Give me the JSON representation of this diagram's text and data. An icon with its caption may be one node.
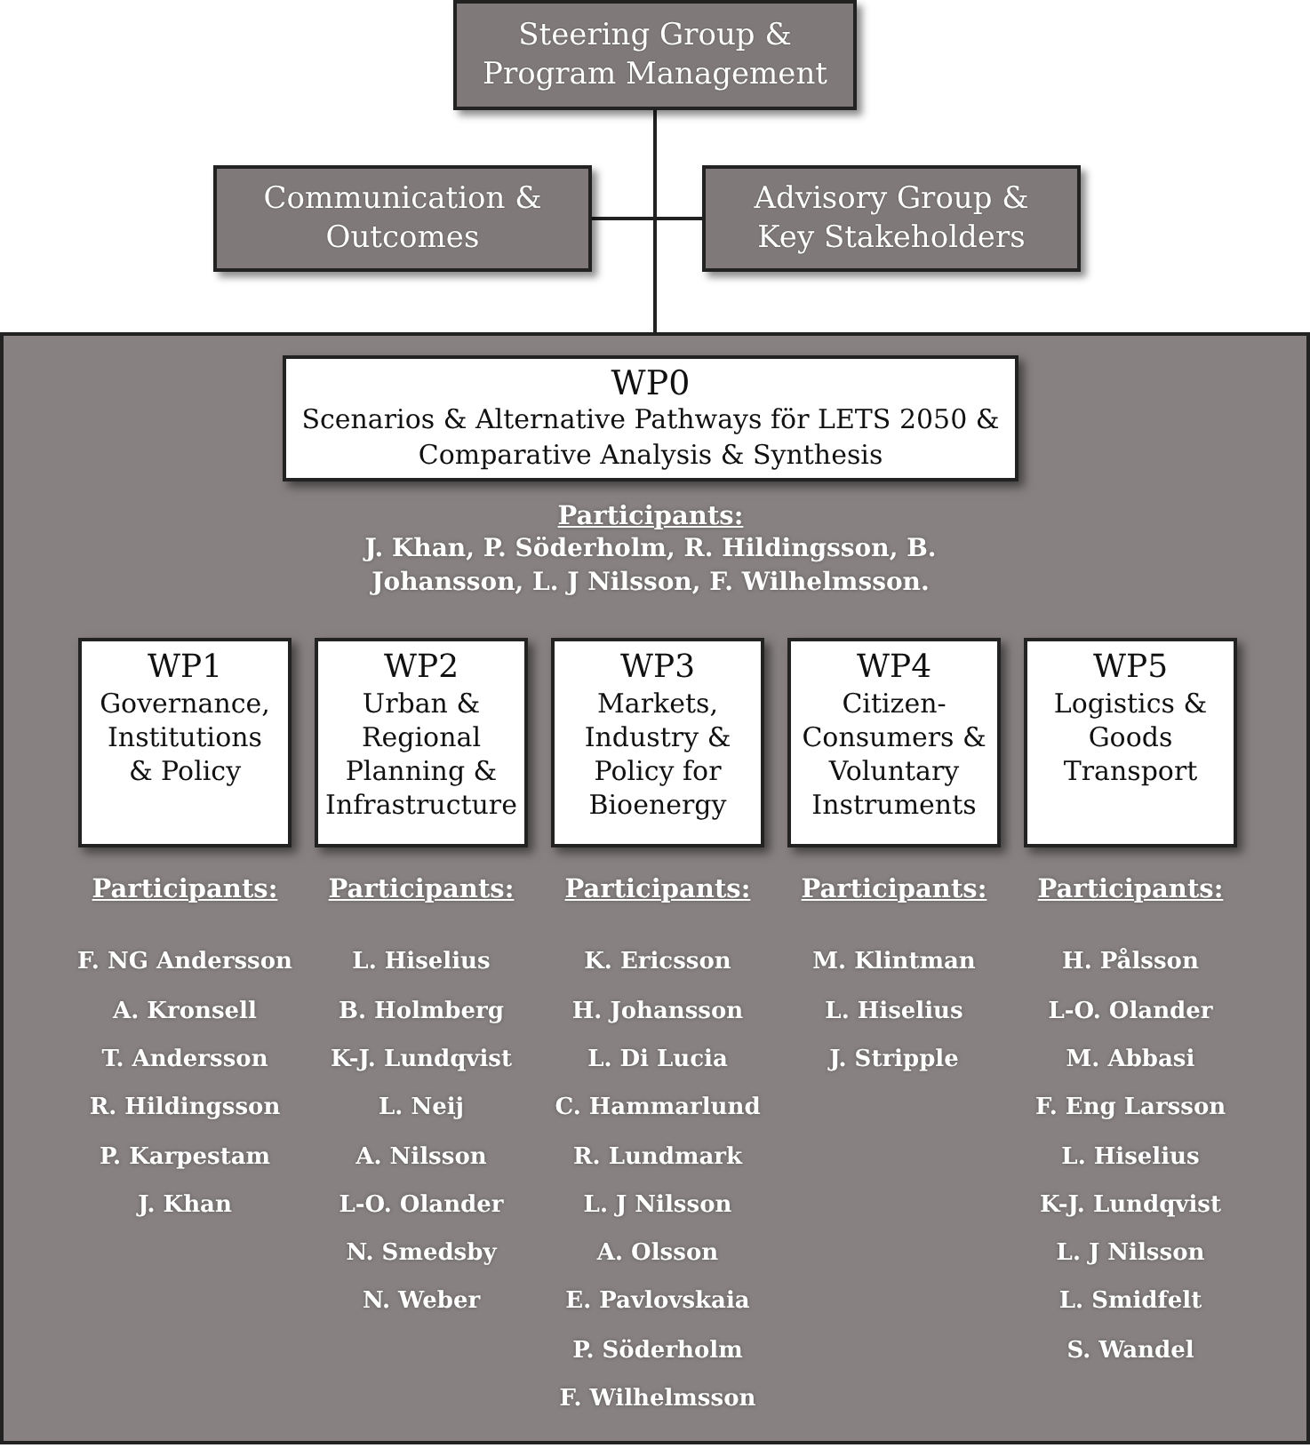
{
  "diagram": {
    "nodes": [
      {
        "text": [
          "Steering Group & Program Management"
        ]
      },
      {
        "text": [
          "Communication & Outcomes"
        ]
      },
      {
        "text": [
          "Advisory Group & Key Stakeholders"
        ]
      },
      {
        "text": [],
        "shape": "box"
      },
      {
        "text": [
          "WP0",
          "Scenarios & Alternative Pathways för LETS 2050 & Comparative Analysis & Synthesis"
        ],
        "in": 3,
        "beside": [
          "Participants:",
          "J. Khan, P. Söderholm, R. Hildingsson, B. Johansson, L. J Nilsson, F. Wilhelmsson."
        ]
      },
      {
        "text": [
          "WP1",
          "Governance, Institutions & Policy"
        ],
        "in": 3,
        "beside": [
          "Participants:",
          "F. NG Andersson",
          "A. Kronsell",
          "T. Andersson",
          "R. Hildingsson",
          "P. Karpestam",
          "J. Khan"
        ]
      },
      {
        "text": [
          "WP2",
          "Urban & Regional Planning & Infrastructure"
        ],
        "in": 3,
        "beside": [
          "Participants:",
          "L. Hiselius",
          "B. Holmberg",
          "K-J. Lundqvist",
          "L. Neij",
          "A. Nilsson",
          "L-O. Olander",
          "N. Smedsby",
          "N. Weber"
        ]
      },
      {
        "text": [
          "WP3",
          "Markets, Industry & Policy for Bioenergy"
        ],
        "in": 3,
        "beside": [
          "Participants:",
          "K. Ericsson",
          "H. Johansson",
          "L. Di Lucia",
          "C. Hammarlund",
          "R. Lundmark",
          "L. J Nilsson",
          "A. Olsson",
          "E. Pavlovskaia",
          "P. Söderholm",
          "F. Wilhelmsson"
        ]
      },
      {
        "text": [
          "WP4",
          "Citizen-Consumers & Voluntary Instruments"
        ],
        "in": 3,
        "beside": [
          "Participants:",
          "M. Klintman",
          "L. Hiselius",
          "J. Stripple"
        ]
      },
      {
        "text": [
          "WP5",
          "Logistics & Goods Transport"
        ],
        "in": 3,
        "beside": [
          "Participants:",
          "H. Pålsson",
          "L-O. Olander",
          "M. Abbasi",
          "F. Eng Larsson",
          "L. Hiselius",
          "K-J. Lundqvist",
          "L. J Nilsson",
          "L. Smidfelt",
          "S. Wandel"
        ]
      }
    ],
    "edges": [
      {
        "from": 0,
        "to": 1,
        "arrow": "none"
      },
      {
        "from": 0,
        "to": 2,
        "arrow": "none"
      },
      {
        "from": 0,
        "to": 3,
        "arrow": "none"
      }
    ]
  }
}
